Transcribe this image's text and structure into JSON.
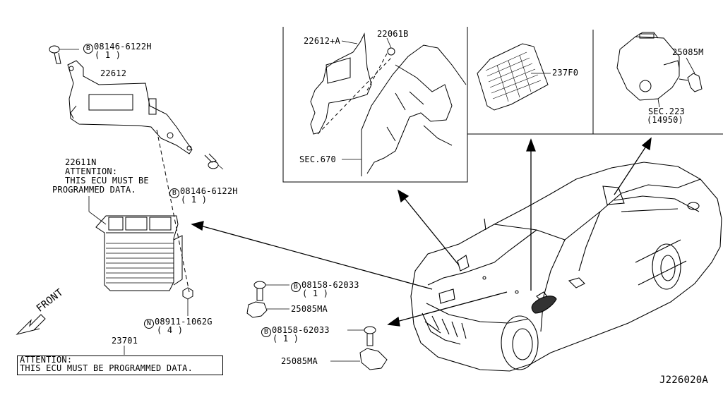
{
  "labels": {
    "bolt_top": {
      "code": "08146-6122H",
      "qty": "( 1 )",
      "prefix": "B"
    },
    "bracket": "22612",
    "ecu_code": "22611N",
    "ecu_attention": [
      "ATTENTION:",
      "THIS ECU MUST BE",
      "PROGRAMMED DATA."
    ],
    "bolt_mid": {
      "code": "08146-6122H",
      "qty": "( 1 )",
      "prefix": "B"
    },
    "nut": {
      "code": "08911-1062G",
      "qty": "( 4 )",
      "prefix": "N"
    },
    "front": "FRONT",
    "ecu_assy": "23701",
    "attention_box": [
      "ATTENTION:",
      "THIS ECU MUST BE PROGRAMMED DATA."
    ],
    "inset1_bracket": "22612+A",
    "inset1_nut": "22061B",
    "inset1_sec": "SEC.670",
    "inset2_module": "237F0",
    "inset3_sensor": "25085M",
    "inset3_sec": [
      "SEC.223",
      "(14950)"
    ],
    "bolt_sensor1": {
      "code": "08158-62033",
      "qty": "( 1 )",
      "prefix": "B"
    },
    "sensor1": "25085MA",
    "bolt_sensor2": {
      "code": "08158-62033",
      "qty": "( 1 )",
      "prefix": "B"
    },
    "sensor2": "25085MA",
    "diagram_id": "J226020A"
  }
}
